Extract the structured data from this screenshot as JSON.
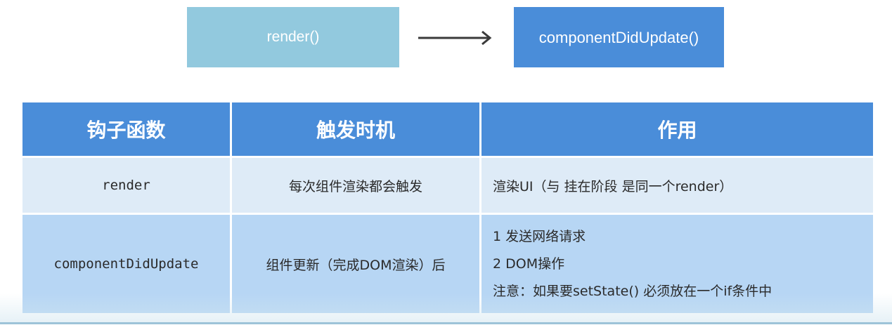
{
  "flow": {
    "from": "render()",
    "to": "componentDidUpdate()",
    "colors": {
      "from_bg": "#92c9de",
      "to_bg": "#4a8dd9",
      "arrow": "#3a3a3a"
    }
  },
  "table": {
    "headers": [
      "钩子函数",
      "触发时机",
      "作用"
    ],
    "rows": [
      {
        "hook": "render",
        "when": "每次组件渲染都会触发",
        "use": [
          "渲染UI（与 挂在阶段 是同一个render）"
        ]
      },
      {
        "hook": "componentDidUpdate",
        "when": "组件更新（完成DOM渲染）后",
        "use": [
          "1 发送网络请求",
          "2 DOM操作",
          "注意：如果要setState() 必须放在一个if条件中"
        ]
      }
    ],
    "colors": {
      "header_bg": "#4a8dd9",
      "row1_bg": "#deebf7",
      "row2_bg": "#b7d6f4"
    }
  }
}
